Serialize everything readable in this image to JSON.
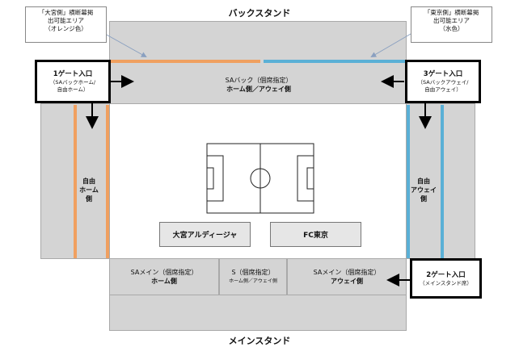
{
  "stands": {
    "back_title": "バックスタンド",
    "main_title": "メインスタンド"
  },
  "callouts": {
    "home_flag": {
      "line1": "「大宮側」横断幕掲",
      "line2": "出可能エリア",
      "line3": "（オレンジ色）"
    },
    "away_flag": {
      "line1": "「東京側」横断幕掲",
      "line2": "出可能エリア",
      "line3": "（水色）"
    }
  },
  "gates": {
    "gate1": {
      "title": "1ゲート入口",
      "sub1": "（SAバックホーム/",
      "sub2": "自由ホーム）"
    },
    "gate3": {
      "title": "3ゲート入口",
      "sub1": "（SAバックアウェイ/",
      "sub2": "自由アウェイ）"
    },
    "gate2": {
      "title": "2ゲート入口",
      "sub1": "（メインスタンド席）"
    }
  },
  "sections": {
    "sa_back": {
      "line1": "SAバック（個席指定）",
      "line2": "ホーム側／アウェイ側"
    },
    "free_home": {
      "line1": "自由",
      "line2": "ホーム",
      "line3": "側"
    },
    "free_away": {
      "line1": "自由",
      "line2": "アウェイ",
      "line3": "側"
    },
    "sa_main_home": {
      "line1": "SAメイン（個席指定）",
      "line2": "ホーム側"
    },
    "s_seat": {
      "line1": "S（個席指定）",
      "line2": "ホーム側／アウェイ側"
    },
    "sa_main_away": {
      "line1": "SAメイン（個席指定）",
      "line2": "アウェイ側"
    }
  },
  "teams": {
    "home": "大宮アルディージャ",
    "away": "FC東京"
  },
  "colors": {
    "home_banner": "#f0a060",
    "away_banner": "#5ab0d6",
    "stand_fill": "#d4d4d4"
  }
}
